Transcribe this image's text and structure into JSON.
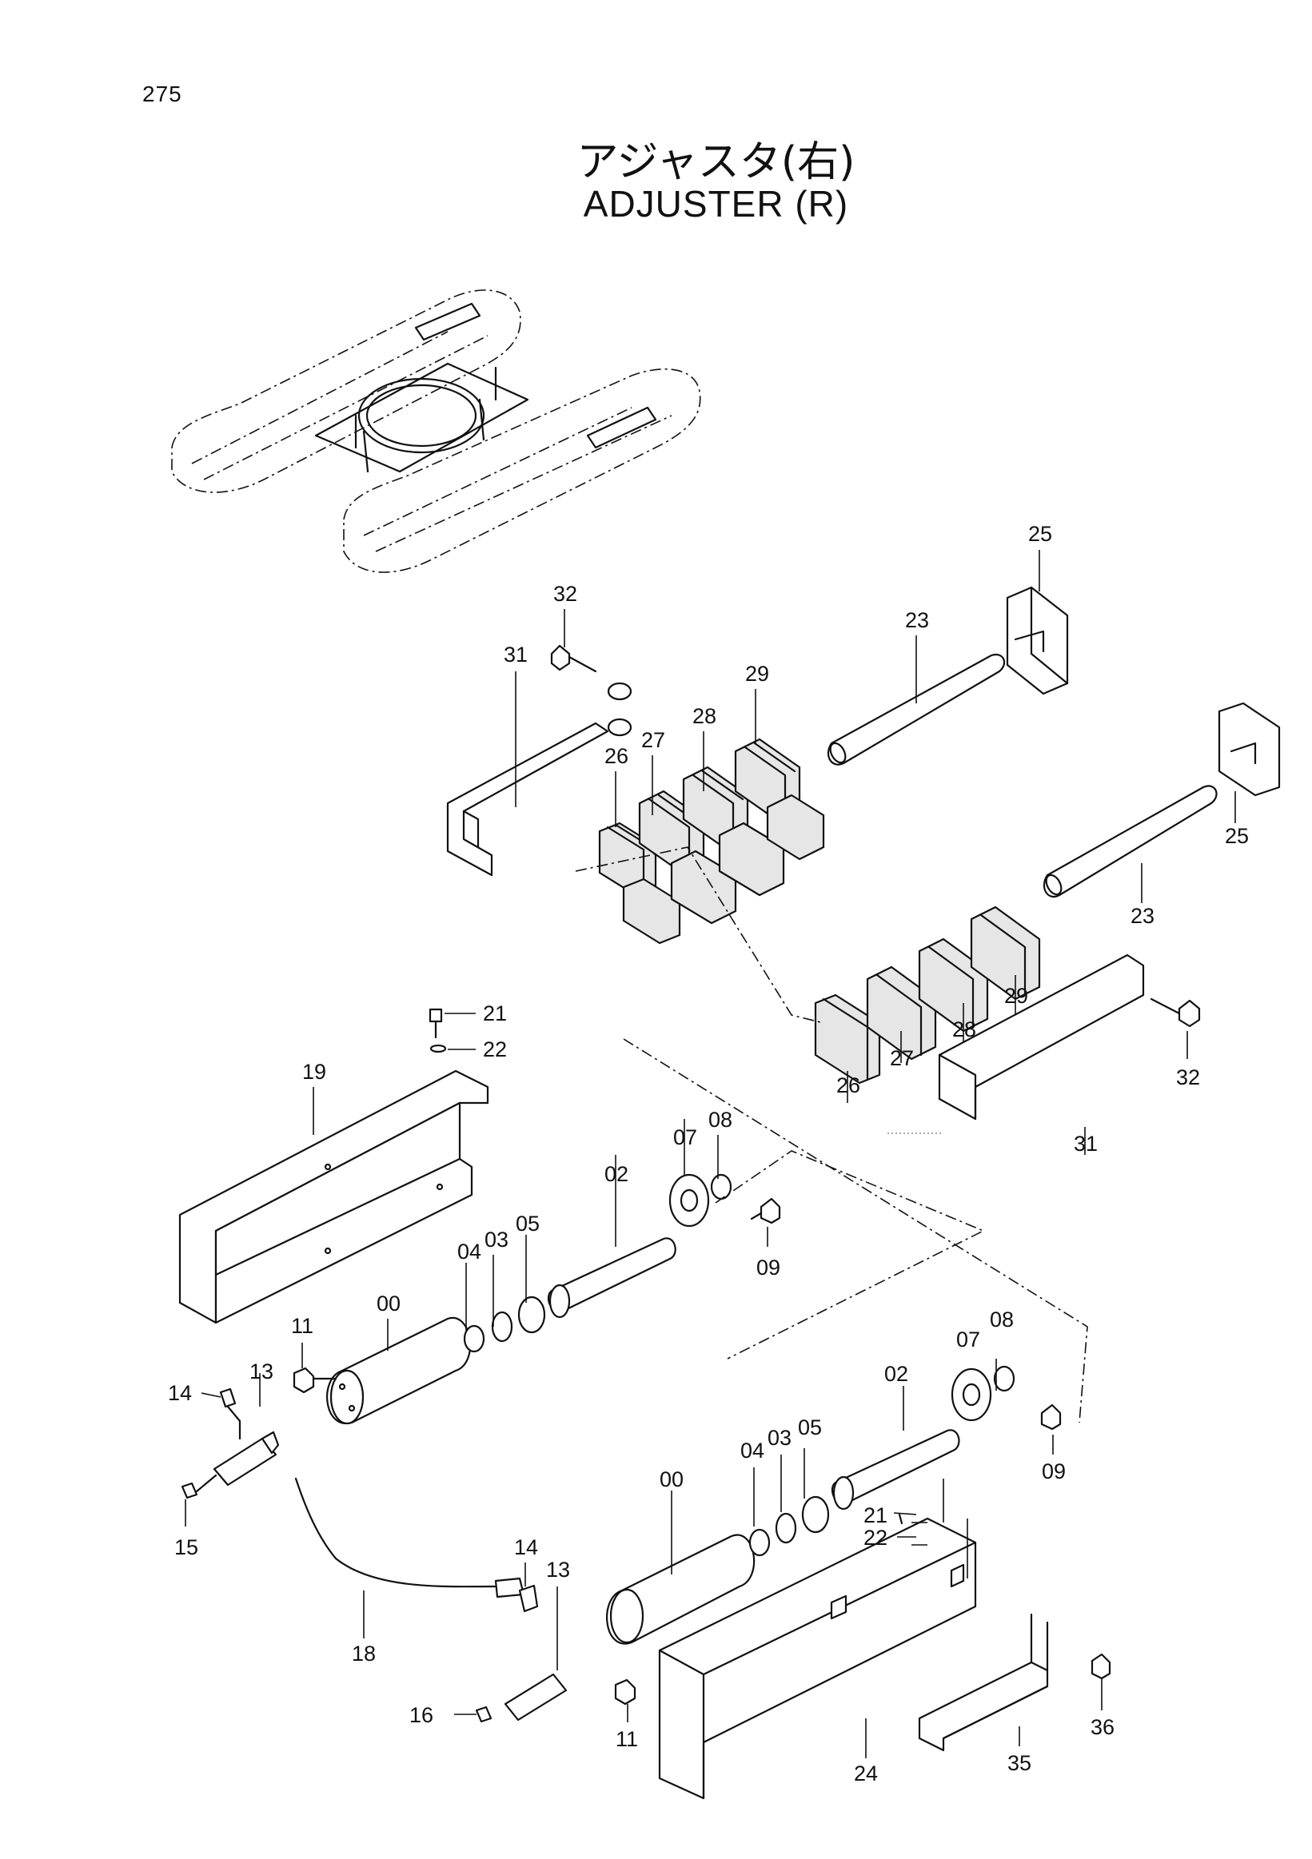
{
  "page_number": "275",
  "title_jp": "アジャスタ(右)",
  "title_en": "ADJUSTER (R)",
  "parts": {
    "p00": "00",
    "p02": "02",
    "p03": "03",
    "p04": "04",
    "p05": "05",
    "p07": "07",
    "p08": "08",
    "p09": "09",
    "p11": "11",
    "p13": "13",
    "p14": "14",
    "p15": "15",
    "p16": "16",
    "p18": "18",
    "p19": "19",
    "p21": "21",
    "p22": "22",
    "p23": "23",
    "p24": "24",
    "p25": "25",
    "p26": "26",
    "p27": "27",
    "p28": "28",
    "p29": "29",
    "p31": "31",
    "p32": "32",
    "p35": "35",
    "p36": "36"
  }
}
